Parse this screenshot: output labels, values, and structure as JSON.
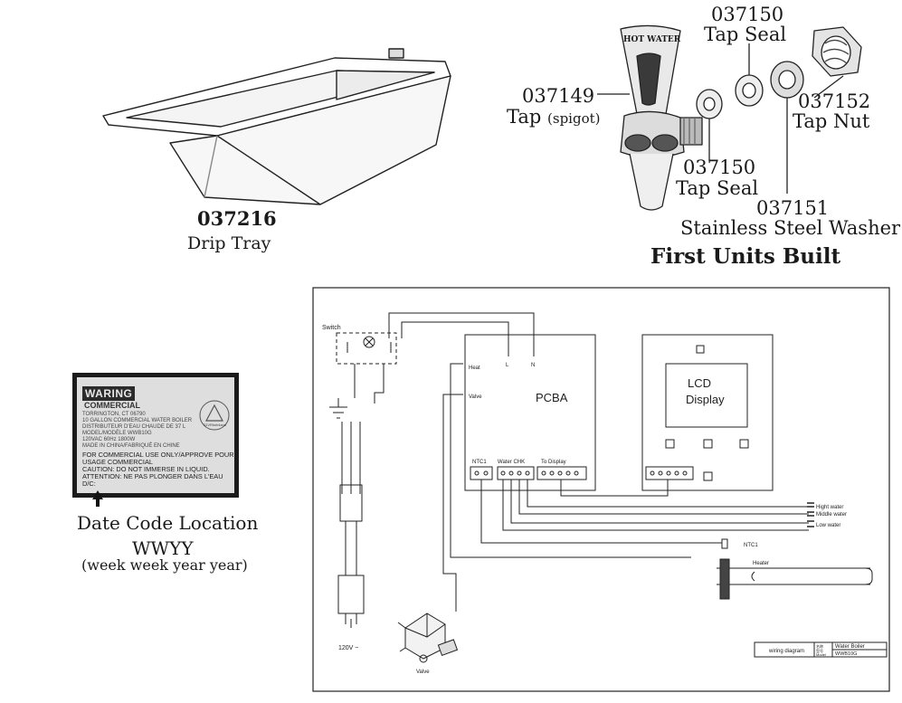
{
  "drip_tray": {
    "part_number": "037216",
    "name": "Drip Tray"
  },
  "tap_assembly": {
    "spigot_badge": "HOT WATER",
    "tap": {
      "part_number": "037149",
      "name": "Tap",
      "note": "(spigot)"
    },
    "tap_seal_top": {
      "part_number": "037150",
      "name": "Tap Seal"
    },
    "tap_seal_bottom": {
      "part_number": "037150",
      "name": "Tap Seal"
    },
    "tap_nut": {
      "part_number": "037152",
      "name": "Tap Nut"
    },
    "washer": {
      "part_number": "037151",
      "name": "Stainless Steel Washer"
    },
    "caption": "First Units Built"
  },
  "rating_label": {
    "brand": "WARING",
    "brand_sub": "COMMERCIAL",
    "lines": [
      "TORRINGTON, CT 06790",
      "10 GALLON COMMERCIAL WATER BOILER",
      "DISTRIBUTEUR D'EAU CHAUDE DE 37 L",
      "MODEL/MODÈLE WWB10G",
      "120VAC 60Hz 1800W",
      "MADE IN CHINA/FABRIQUÉ EN CHINE"
    ],
    "bold_lines": [
      "FOR COMMERCIAL USE ONLY/APPROVE POUR",
      "USAGE COMMERCIAL",
      "CAUTION: DO NOT IMMERSE IN LIQUID.",
      "ATTENTION: NE PAS PLONGER DANS L'EAU",
      "D/C:"
    ],
    "cert_mark": "TÜVRheinland"
  },
  "date_code": {
    "title": "Date Code Location",
    "format": "WWYY",
    "explanation": "(week week year year)"
  },
  "wiring": {
    "switch": "Switch",
    "pcba": "PCBA",
    "pin_l": "L",
    "pin_n": "N",
    "heat": "Heat",
    "valve_conn": "Valve",
    "ntc1_conn": "NTC1",
    "water_chk": "Water CHK",
    "to_display": "To Display",
    "lcd_line1": "LCD",
    "lcd_line2": "Display",
    "hight_water": "Hight water",
    "middle_water": "Middle water",
    "low_water": "Low water",
    "ntc1_probe": "NTC1",
    "heater": "Heater",
    "voltage": "120V ~",
    "valve_label": "Valve",
    "title_block": {
      "caption": "wiring diagram",
      "cn_name": "名称",
      "cn_model": "型号",
      "model_label": "Model",
      "product": "Water Boiler",
      "model": "WWB10G"
    }
  }
}
